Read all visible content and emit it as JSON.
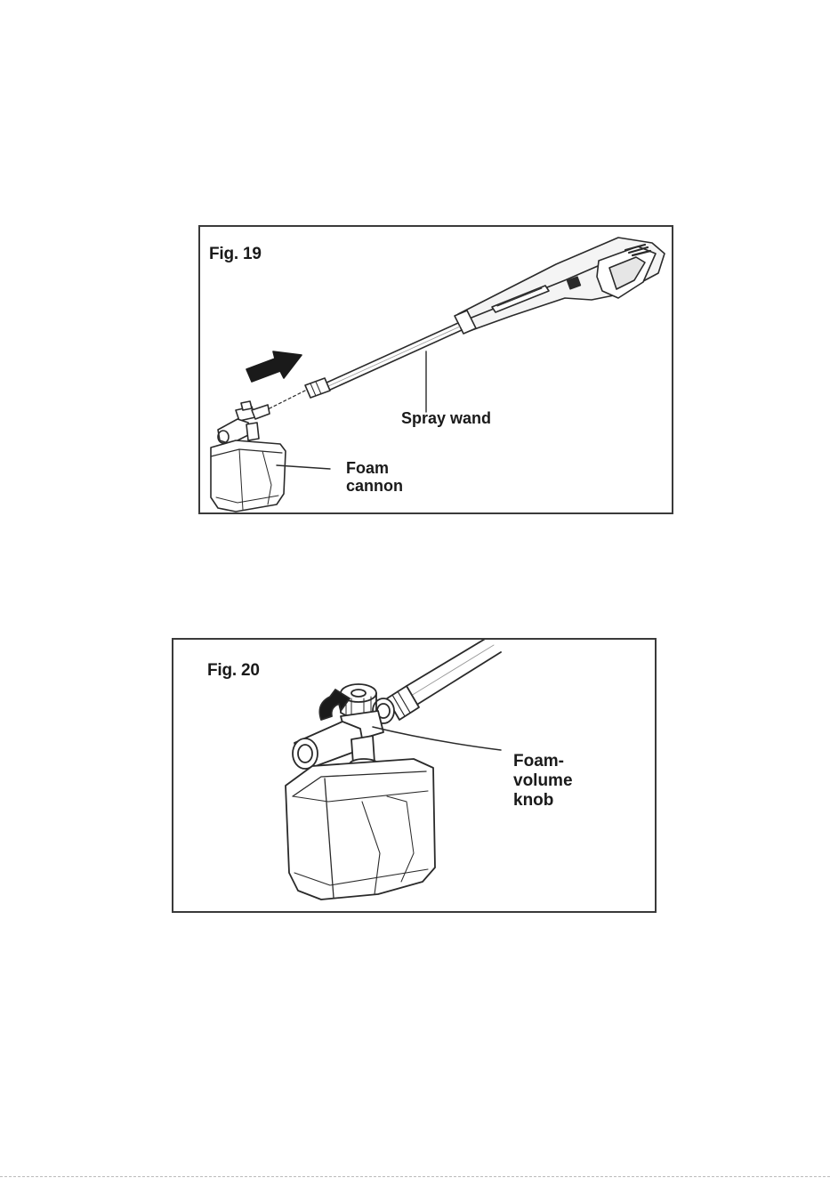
{
  "figures": [
    {
      "label": "Fig. 19",
      "callouts": {
        "spray_wand": "Spray wand",
        "foam_cannon_line1": "Foam",
        "foam_cannon_line2": "cannon"
      }
    },
    {
      "label": "Fig. 20",
      "callouts": {
        "knob_line1": "Foam-",
        "knob_line2": "volume",
        "knob_line3": "knob"
      }
    }
  ],
  "icons": [
    "push-arrow-icon",
    "rotate-arrow-icon"
  ]
}
